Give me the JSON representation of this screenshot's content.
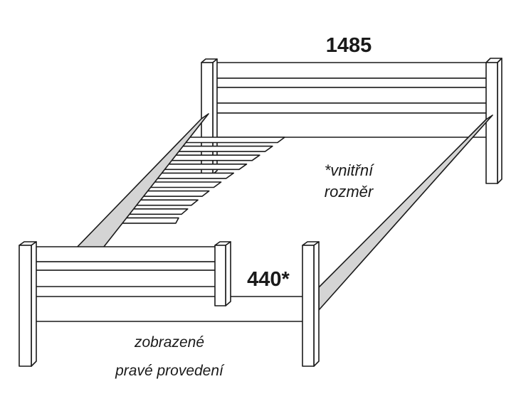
{
  "dimensions": {
    "width_label": "1485",
    "height_label": "440*"
  },
  "notes": {
    "inner_line1": "*vnitřní",
    "inner_line2": "rozměr",
    "shown_line1": "zobrazené",
    "shown_line2": "pravé provedení"
  },
  "slat_count": 10
}
